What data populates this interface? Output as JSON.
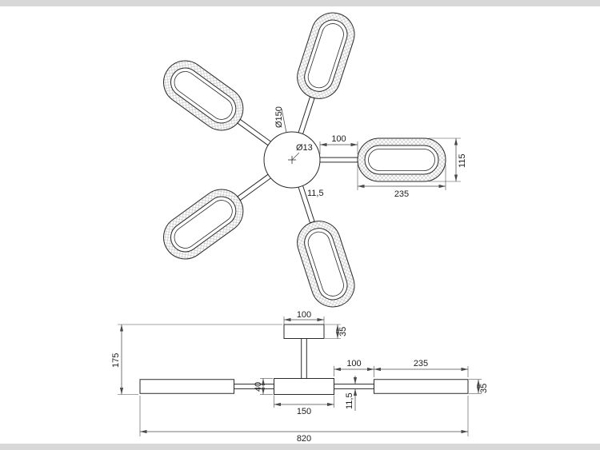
{
  "colors": {
    "line": "#2a2a2a",
    "dimension": "#4a4a4a",
    "hatch": "#bdbdbd",
    "border_band": "#d8d8d8",
    "background": "#ffffff"
  },
  "plan": {
    "hub_diameter": "Ø150",
    "rod_diameter": "Ø13",
    "arm_length": "100",
    "paddle_length": "235",
    "paddle_width": "115",
    "arm_width": "11,5"
  },
  "side": {
    "canopy_width": "100",
    "canopy_height": "35",
    "overall_height": "175",
    "hub_height": "40",
    "hub_width": "150",
    "arm_thickness": "11,5",
    "arm_length": "100",
    "paddle_length": "235",
    "paddle_height": "35",
    "overall_width": "820"
  }
}
